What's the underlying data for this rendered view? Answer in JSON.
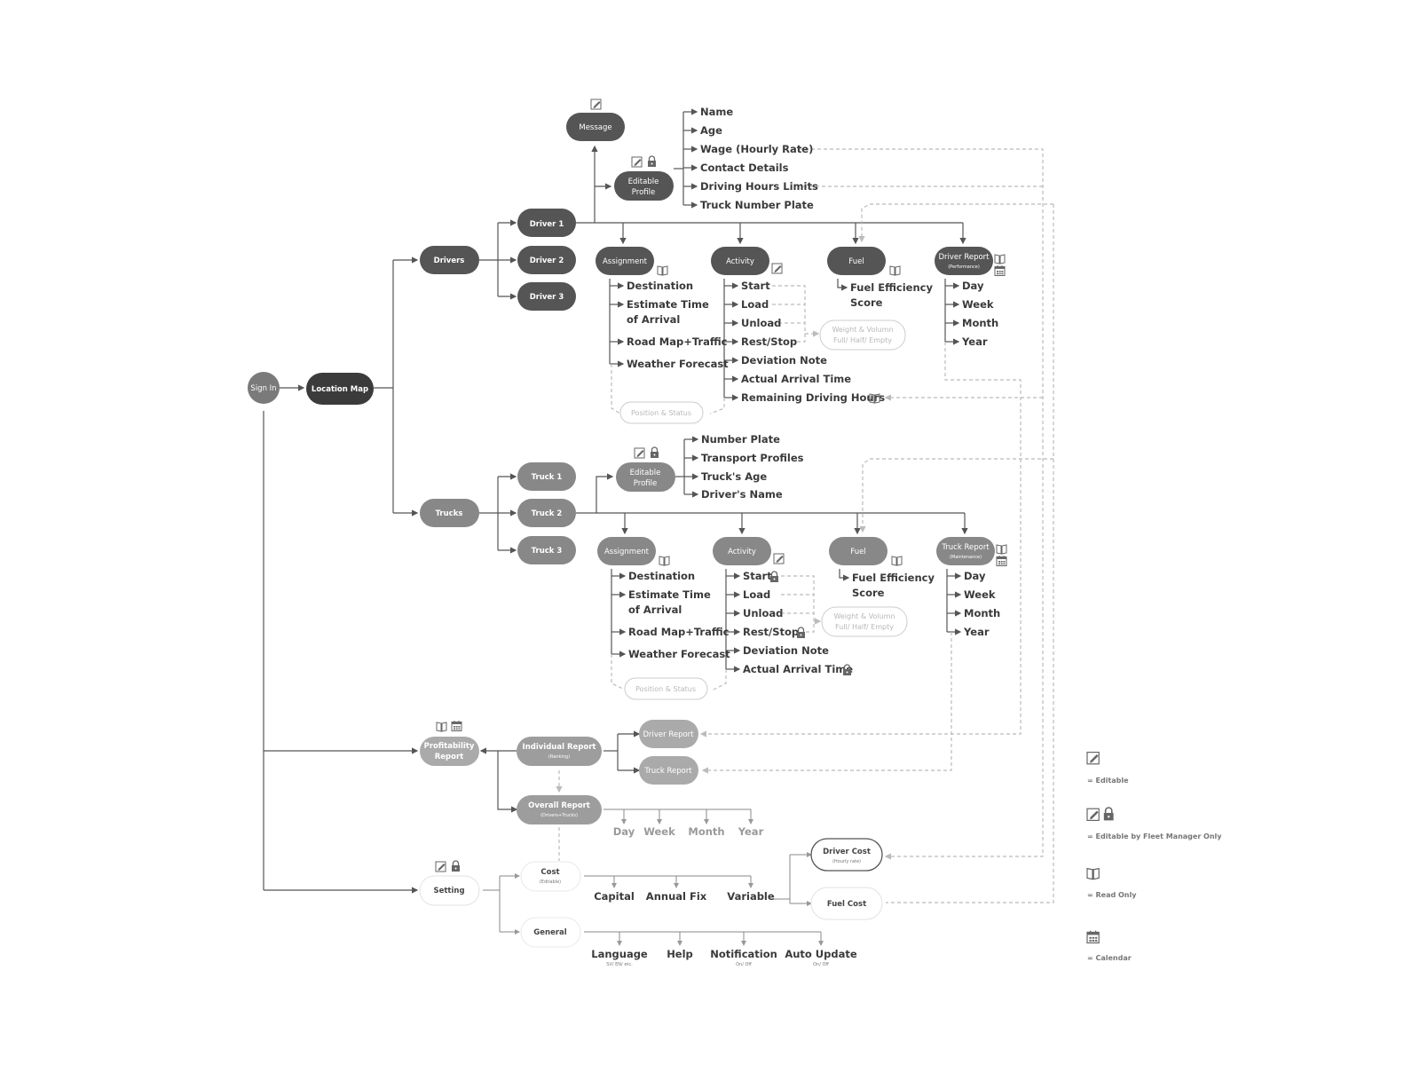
{
  "nodes": {
    "sign_in": "Sign In",
    "location_map": "Location Map",
    "drivers": "Drivers",
    "trucks": "Trucks",
    "driver1": "Driver 1",
    "driver2": "Driver 2",
    "driver3": "Driver 3",
    "truck1": "Truck 1",
    "truck2": "Truck 2",
    "truck3": "Truck 3",
    "message": "Message",
    "editable_profile_1": "Editable",
    "editable_profile_2": "Profile",
    "assignment": "Assignment",
    "activity": "Activity",
    "fuel": "Fuel",
    "driver_report": "Driver Report",
    "driver_report_sub": "(Performance)",
    "truck_report": "Truck Report",
    "truck_report_sub": "(Maintenance)",
    "profitability_1": "Profitability",
    "profitability_2": "Report",
    "individual_report": "Individual Report",
    "individual_report_sub": "(Ranking)",
    "overall_report": "Overall Report",
    "overall_report_sub": "(Drivers+Trucks)",
    "ind_driver_report": "Driver Report",
    "ind_truck_report": "Truck Report",
    "setting": "Setting",
    "cost": "Cost",
    "cost_sub": "(Editable)",
    "general": "General",
    "driver_cost": "Driver Cost",
    "driver_cost_sub": "(Hourly rate)",
    "fuel_cost": "Fuel Cost",
    "position_status": "Position & Status",
    "weight_1": "Weight & Volumn",
    "weight_2": "Full/ Half/ Empty"
  },
  "driver_profile_fields": [
    "Name",
    "Age",
    "Wage (Hourly Rate)",
    "Contact Details",
    "Driving Hours Limits",
    "Truck Number Plate"
  ],
  "truck_profile_fields": [
    "Number Plate",
    "Transport Profiles",
    "Truck's Age",
    "Driver's Name"
  ],
  "assignment_items": {
    "destination": "Destination",
    "eta_1": "Estimate Time",
    "eta_2": "of Arrival",
    "road_map": "Road Map+Traffic",
    "weather": "Weather Forecast"
  },
  "driver_activity": [
    "Start",
    "Load",
    "Unload",
    "Rest/Stop",
    "Deviation Note",
    "Actual Arrival Time",
    "Remaining Driving Hours"
  ],
  "truck_activity": [
    "Start",
    "Load",
    "Unload",
    "Rest/Stop",
    "Deviation Note",
    "Actual Arrival Time"
  ],
  "fuel_items": {
    "line1": "Fuel Efficiency",
    "line2": "Score"
  },
  "periods": [
    "Day",
    "Week",
    "Month",
    "Year"
  ],
  "cost_items": [
    "Capital",
    "Annual Fix",
    "Variable"
  ],
  "general_items": [
    {
      "label": "Language",
      "sub": "SV/ EN/ etc."
    },
    {
      "label": "Help",
      "sub": ""
    },
    {
      "label": "Notification",
      "sub": "On/ Off"
    },
    {
      "label": "Auto Update",
      "sub": "On/ Off"
    }
  ],
  "legend": {
    "editable": "= Editable",
    "fleet_manager": "= Editable by Fleet Manager Only",
    "read_only": "= Read Only",
    "calendar": "= Calendar"
  },
  "colors": {
    "dark_node": "#3d3d3d",
    "mid_node": "#666666",
    "light_node": "#9b9b9b",
    "line": "#555555",
    "dashed": "#bbbbbb"
  },
  "icons": [
    "pencil-icon",
    "lock-icon",
    "book-icon",
    "calendar-icon"
  ]
}
